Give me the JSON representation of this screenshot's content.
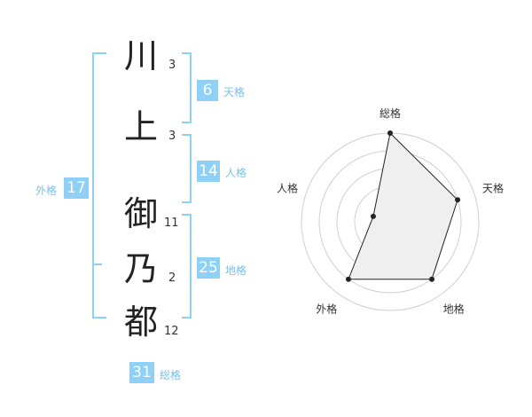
{
  "name": {
    "chars": [
      {
        "char": "川",
        "strokes": "3"
      },
      {
        "char": "上",
        "strokes": "3"
      },
      {
        "char": "御",
        "strokes": "11"
      },
      {
        "char": "乃",
        "strokes": "2"
      },
      {
        "char": "都",
        "strokes": "12"
      }
    ]
  },
  "fortune": {
    "ten": {
      "value": "6",
      "label": "天格"
    },
    "jin": {
      "value": "14",
      "label": "人格"
    },
    "chi": {
      "value": "25",
      "label": "地格"
    },
    "gai": {
      "value": "17",
      "label": "外格"
    },
    "sou": {
      "value": "31",
      "label": "総格"
    }
  },
  "colors": {
    "accent": "#8fd0f7",
    "bracket": "#8fd0f7"
  },
  "chart_data": {
    "type": "radar",
    "axes": [
      "総格",
      "天格",
      "地格",
      "外格",
      "人格"
    ],
    "values": [
      5,
      4,
      4,
      4,
      1
    ],
    "max": 5
  }
}
